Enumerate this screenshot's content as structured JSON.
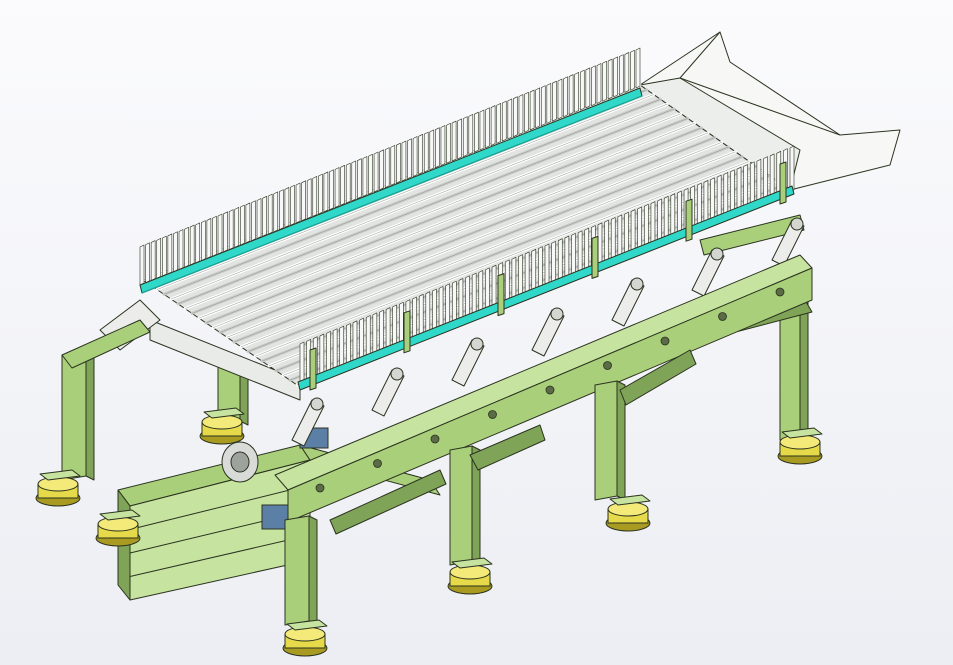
{
  "colors": {
    "background_top": "#fbfbfd",
    "background_bottom": "#eceef3",
    "frame_green": "#a9cf7a",
    "frame_green_dark": "#7fa357",
    "frame_green_light": "#c6e3a0",
    "outline": "#2b3320",
    "deck_white": "#f4f5f3",
    "rod_gray": "#c9ccc9",
    "rail_cyan": "#2fd8c8",
    "rail_cyan_dark": "#17a79a",
    "mount_yellow": "#e6d94a",
    "mount_dark": "#a99b22",
    "link_white": "#ececea",
    "motor_blue": "#5c7fa6"
  },
  "components": [
    {
      "name": "screen-deck-rods",
      "visible": true
    },
    {
      "name": "comb-teeth-back",
      "visible": true
    },
    {
      "name": "comb-teeth-front",
      "visible": true
    },
    {
      "name": "cyan-side-rail",
      "visible": true
    },
    {
      "name": "discharge-chute",
      "visible": true
    },
    {
      "name": "rocker-links",
      "visible": true
    },
    {
      "name": "support-frame",
      "visible": true
    },
    {
      "name": "drive-motor",
      "visible": true
    },
    {
      "name": "rubber-isolation-mounts",
      "visible": true
    }
  ]
}
